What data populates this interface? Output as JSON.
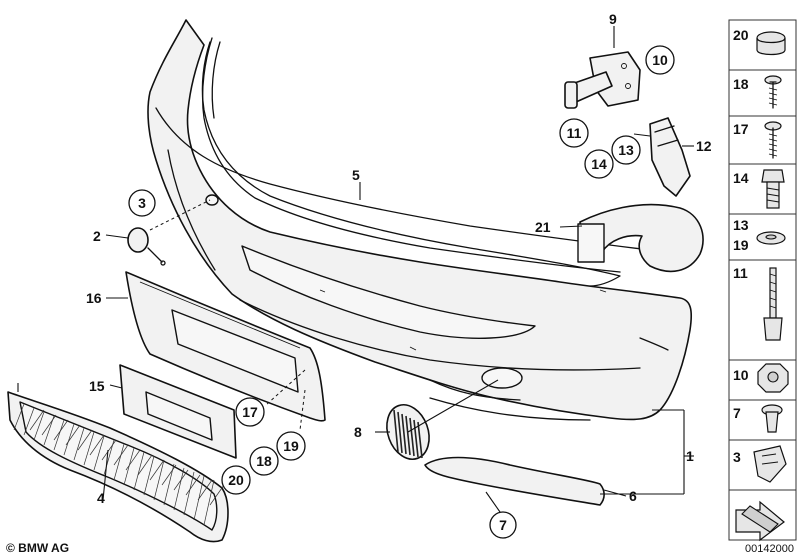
{
  "labels": {
    "l1": "1",
    "l2": "2",
    "l3": "3",
    "l4": "4",
    "l5": "5",
    "l6": "6",
    "l7": "7",
    "l8": "8",
    "l9": "9",
    "l10": "10",
    "l11": "11",
    "l12": "12",
    "l13": "13",
    "l14": "14",
    "l15": "15",
    "l16": "16",
    "l17": "17",
    "l18": "18",
    "l19": "19",
    "l20": "20",
    "l21": "21"
  },
  "sidebar": {
    "items": [
      {
        "label": "20"
      },
      {
        "label": "18"
      },
      {
        "label": "17"
      },
      {
        "label": "14"
      },
      {
        "label": "13",
        "label2": "19"
      },
      {
        "label": "11"
      },
      {
        "label": "10"
      },
      {
        "label": "7"
      },
      {
        "label": "3"
      },
      {
        "label": ""
      }
    ]
  },
  "footer": {
    "copyright": "© BMW AG",
    "diagram_number": "00142000"
  }
}
